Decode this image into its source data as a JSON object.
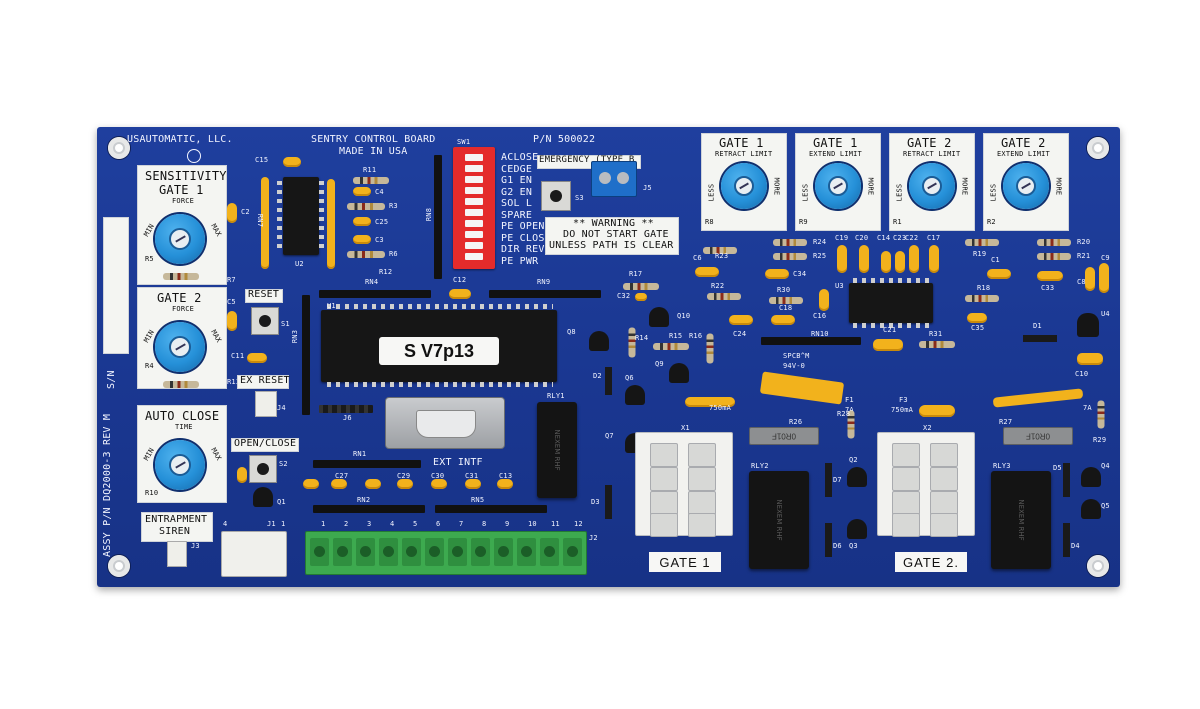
{
  "board": {
    "colors": {
      "pcb": "#1a3791",
      "silkscreen": "#f2f4ff",
      "pot": "#2590d8",
      "capacitor": "#f2b21c",
      "terminal": "#3daa4f"
    },
    "company": "USAUTOMATIC, LLC.",
    "title": "SENTRY CONTROL BOARD",
    "made_in": "MADE IN USA",
    "part_number": "P/N 500022",
    "assembly": "ASSY P/N DQ2000-3 REV M",
    "serial_label": "S/N",
    "firmware_label": "S V7p13",
    "ext_interface": "EXT INTF",
    "warning": {
      "title": "** WARNING **",
      "line1": "DO NOT START GATE",
      "line2": "UNLESS PATH IS CLEAR"
    },
    "emergency": "EMERGENCY (TYPE B",
    "buttons": {
      "reset": "RESET",
      "ex_reset": "EX RESET",
      "open_close": "OPEN/CLOSE"
    },
    "entrapment": {
      "line1": "ENTRAPMENT",
      "line2": "SIREN"
    },
    "left_pots": [
      {
        "line1": "SENSITIVITY",
        "line2": "GATE 1",
        "sub": "FORCE",
        "ref": "R5"
      },
      {
        "line1": "GATE 2",
        "line2": "",
        "sub": "FORCE",
        "ref": "R4"
      },
      {
        "line1": "AUTO CLOSE",
        "line2": "",
        "sub": "TIME",
        "ref": "R10"
      }
    ],
    "pot_min": "MIN",
    "pot_max": "MAX",
    "limit_pots": [
      {
        "gate": "GATE 1",
        "sub": "RETRACT LIMIT",
        "ref": "R8"
      },
      {
        "gate": "GATE 1",
        "sub": "EXTEND LIMIT",
        "ref": "R9"
      },
      {
        "gate": "GATE 2",
        "sub": "RETRACT LIMIT",
        "ref": "R1"
      },
      {
        "gate": "GATE 2",
        "sub": "EXTEND LIMIT",
        "ref": "R2"
      }
    ],
    "limit_less": "LESS",
    "limit_more": "MORE",
    "dip_switch": {
      "ref": "SW1",
      "labels": [
        "ACLOSE",
        "CEDGE",
        "G1 EN",
        "G2 EN",
        "SOL L",
        "SPARE",
        "PE OPEN",
        "PE CLOSE",
        "DIR REV",
        "PE PWR"
      ]
    },
    "gate_labels": [
      "GATE 1",
      "GATE 2."
    ],
    "terminal_numbers": [
      "1",
      "2",
      "3",
      "4",
      "5",
      "6",
      "7",
      "8",
      "9",
      "10",
      "11",
      "12"
    ],
    "j1_numbers": [
      "4",
      "1"
    ],
    "fuses": [
      {
        "ref": "F1",
        "rating": "7A"
      },
      {
        "ref": "F3",
        "rating": "750mA"
      },
      {
        "ref": "",
        "rating": "750mA"
      },
      {
        "ref": "",
        "rating": "7A"
      }
    ],
    "fuse_marks": [
      "0R01F",
      "0R01F"
    ],
    "relays": [
      {
        "ref": "RLY1",
        "text": "NEXEM RHF"
      },
      {
        "ref": "RLY2",
        "text": "NEXEM RHF"
      },
      {
        "ref": "RLY3",
        "text": "NEXEM RHF"
      }
    ],
    "pcb_mark": "SPCB^M",
    "pcb_mark2": "94V-0",
    "refs": {
      "c15": "C15",
      "c2": "C2",
      "c4": "C4",
      "c25": "C25",
      "c3": "C3",
      "r11": "R11",
      "r3": "R3",
      "r6": "R6",
      "r12": "R12",
      "u2": "U2",
      "rn7": "RN7",
      "rn8": "RN8",
      "rn4": "RN4",
      "rn9": "RN9",
      "rn3": "RN3",
      "rn1": "RN1",
      "rn2": "RN2",
      "rn5": "RN5",
      "rn10": "RN10",
      "u1": "U1",
      "c12": "C12",
      "c5": "C5",
      "s1": "S1",
      "s2": "S2",
      "s3": "S3",
      "c11": "C11",
      "r7": "R7",
      "r13": "R13",
      "j4": "J4",
      "j6": "J6",
      "j5": "J5",
      "j3": "J3",
      "j1": "J1",
      "j2": "J2",
      "q1": "Q1",
      "q2": "Q2",
      "q3": "Q3",
      "q4": "Q4",
      "q5": "Q5",
      "q6": "Q6",
      "q7": "Q7",
      "q8": "Q8",
      "q9": "Q9",
      "q10": "Q10",
      "d1": "D1",
      "d2": "D2",
      "d3": "D3",
      "d4": "D4",
      "d5": "D5",
      "d6": "D6",
      "d7": "D7",
      "c27": "C27",
      "c29": "C29",
      "c30": "C30",
      "c31": "C31",
      "c13": "C13",
      "r17": "R17",
      "c32": "C32",
      "r14": "R14",
      "r15": "R15",
      "r16": "R16",
      "c6": "C6",
      "r23": "R23",
      "r24": "R24",
      "r25": "R25",
      "r22": "R22",
      "r30": "R30",
      "c34": "C34",
      "c24": "C24",
      "c18": "C18",
      "c16": "C16",
      "c19": "C19",
      "c20": "C20",
      "c14": "C14",
      "c23": "C23",
      "c22": "C22",
      "c17": "C17",
      "u3": "U3",
      "c21": "C21",
      "r31": "R31",
      "r19": "R19",
      "c1": "C1",
      "r18": "R18",
      "c35": "C35",
      "r20": "R20",
      "r21": "R21",
      "c33": "C33",
      "c8": "C8",
      "c9": "C9",
      "u4": "U4",
      "c10": "C10",
      "x1": "X1",
      "x2": "X2",
      "r26": "R26",
      "r27": "R27",
      "r28": "R28",
      "r29": "R29"
    }
  }
}
